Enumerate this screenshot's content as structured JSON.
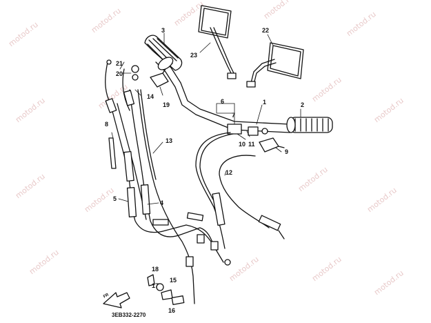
{
  "watermark": "motod.ru",
  "diagram_code": "3EB332-2270",
  "arrow_text": "FR",
  "parts": [
    {
      "num": "1"
    },
    {
      "num": "2"
    },
    {
      "num": "3"
    },
    {
      "num": "4"
    },
    {
      "num": "5"
    },
    {
      "num": "6"
    },
    {
      "num": "7"
    },
    {
      "num": "8"
    },
    {
      "num": "9"
    },
    {
      "num": "10"
    },
    {
      "num": "11"
    },
    {
      "num": "12"
    },
    {
      "num": "13"
    },
    {
      "num": "14"
    },
    {
      "num": "15"
    },
    {
      "num": "16"
    },
    {
      "num": "17"
    },
    {
      "num": "18"
    },
    {
      "num": "19"
    },
    {
      "num": "20"
    },
    {
      "num": "21"
    },
    {
      "num": "22"
    },
    {
      "num": "23"
    }
  ]
}
